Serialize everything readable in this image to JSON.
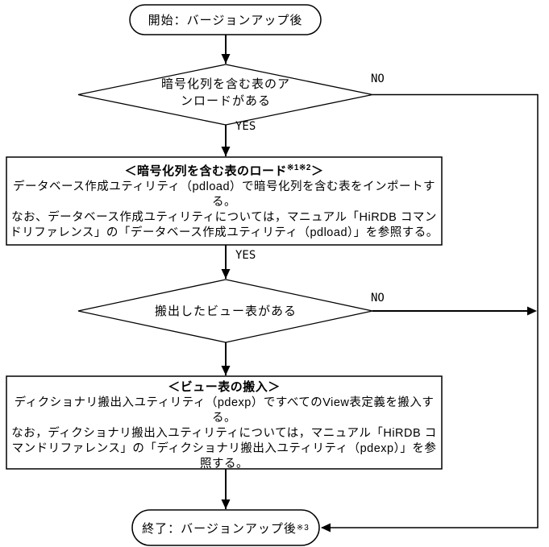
{
  "diagram": {
    "start": {
      "label": "開始：バージョンアップ後"
    },
    "decision1": {
      "label": "暗号化列を含む表のアンロードがある",
      "yes_label": "YES",
      "no_label": "NO"
    },
    "process1": {
      "title_prefix": "＜暗号化列を含む表のロード",
      "title_sup": "※1※2",
      "title_suffix": "＞",
      "body1": "データベース作成ユティリティ（pdload）で暗号化列を含む表をインポートする。",
      "body2": "なお、データベース作成ユティリティについては，マニュアル「HiRDB コマンドリファレンス」の「データベース作成ユティリティ（pdload）」を参照する。",
      "yes_label": "YES"
    },
    "decision2": {
      "label": "搬出したビュー表がある",
      "no_label": "NO"
    },
    "process2": {
      "title": "＜ビュー表の搬入＞",
      "body1": "ディクショナリ搬出入ユティリティ（pdexp）ですべてのView表定義を搬入する。",
      "body2": "なお，ディクショナリ搬出入ユティリティについては，マニュアル「HiRDB コマンドリファレンス」の「ディクショナリ搬出入ユティリティ（pdexp）」を参照する。"
    },
    "end": {
      "label": "終了：バージョンアップ後",
      "sup": "※3"
    }
  },
  "colors": {
    "line": "#000000",
    "background": "#ffffff"
  }
}
